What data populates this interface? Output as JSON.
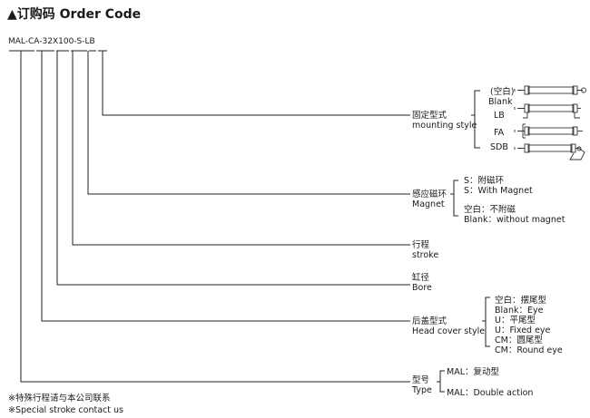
{
  "title": "▲订购码 Order Code",
  "order_code": "MAL-CA-32X100-S-LB",
  "groups": {
    "mounting": {
      "label_cn": "固定型式",
      "label_en": "mounting style",
      "options": [
        "(空白)",
        "Blank",
        "LB",
        "FA",
        "SDB"
      ]
    },
    "magnet": {
      "label_cn": "感应磁环",
      "label_en": "Magnet",
      "options": [
        "S：附磁环",
        "S：With Magnet",
        "空白：不附磁",
        "Blank：without magnet"
      ]
    },
    "stroke": {
      "label_cn": "行程",
      "label_en": "stroke"
    },
    "bore": {
      "label_cn": "缸径",
      "label_en": "Bore"
    },
    "head": {
      "label_cn": "后盖型式",
      "label_en": "Head cover style",
      "options": [
        "空白：摆尾型",
        "Blank：Eye",
        "U：平尾型",
        "U：Fixed eye",
        "CM：圆尾型",
        "CM：Round eye"
      ]
    },
    "type": {
      "label_cn": "型号",
      "label_en": "Type",
      "options": [
        "MAL：复动型",
        "MAL：Double action"
      ]
    }
  },
  "notes": [
    "※特殊行程请与本公司联系",
    "※Special stroke contact us"
  ],
  "colors": {
    "line": "#222222",
    "text": "#1a1a1a",
    "drawing": "#333333"
  }
}
